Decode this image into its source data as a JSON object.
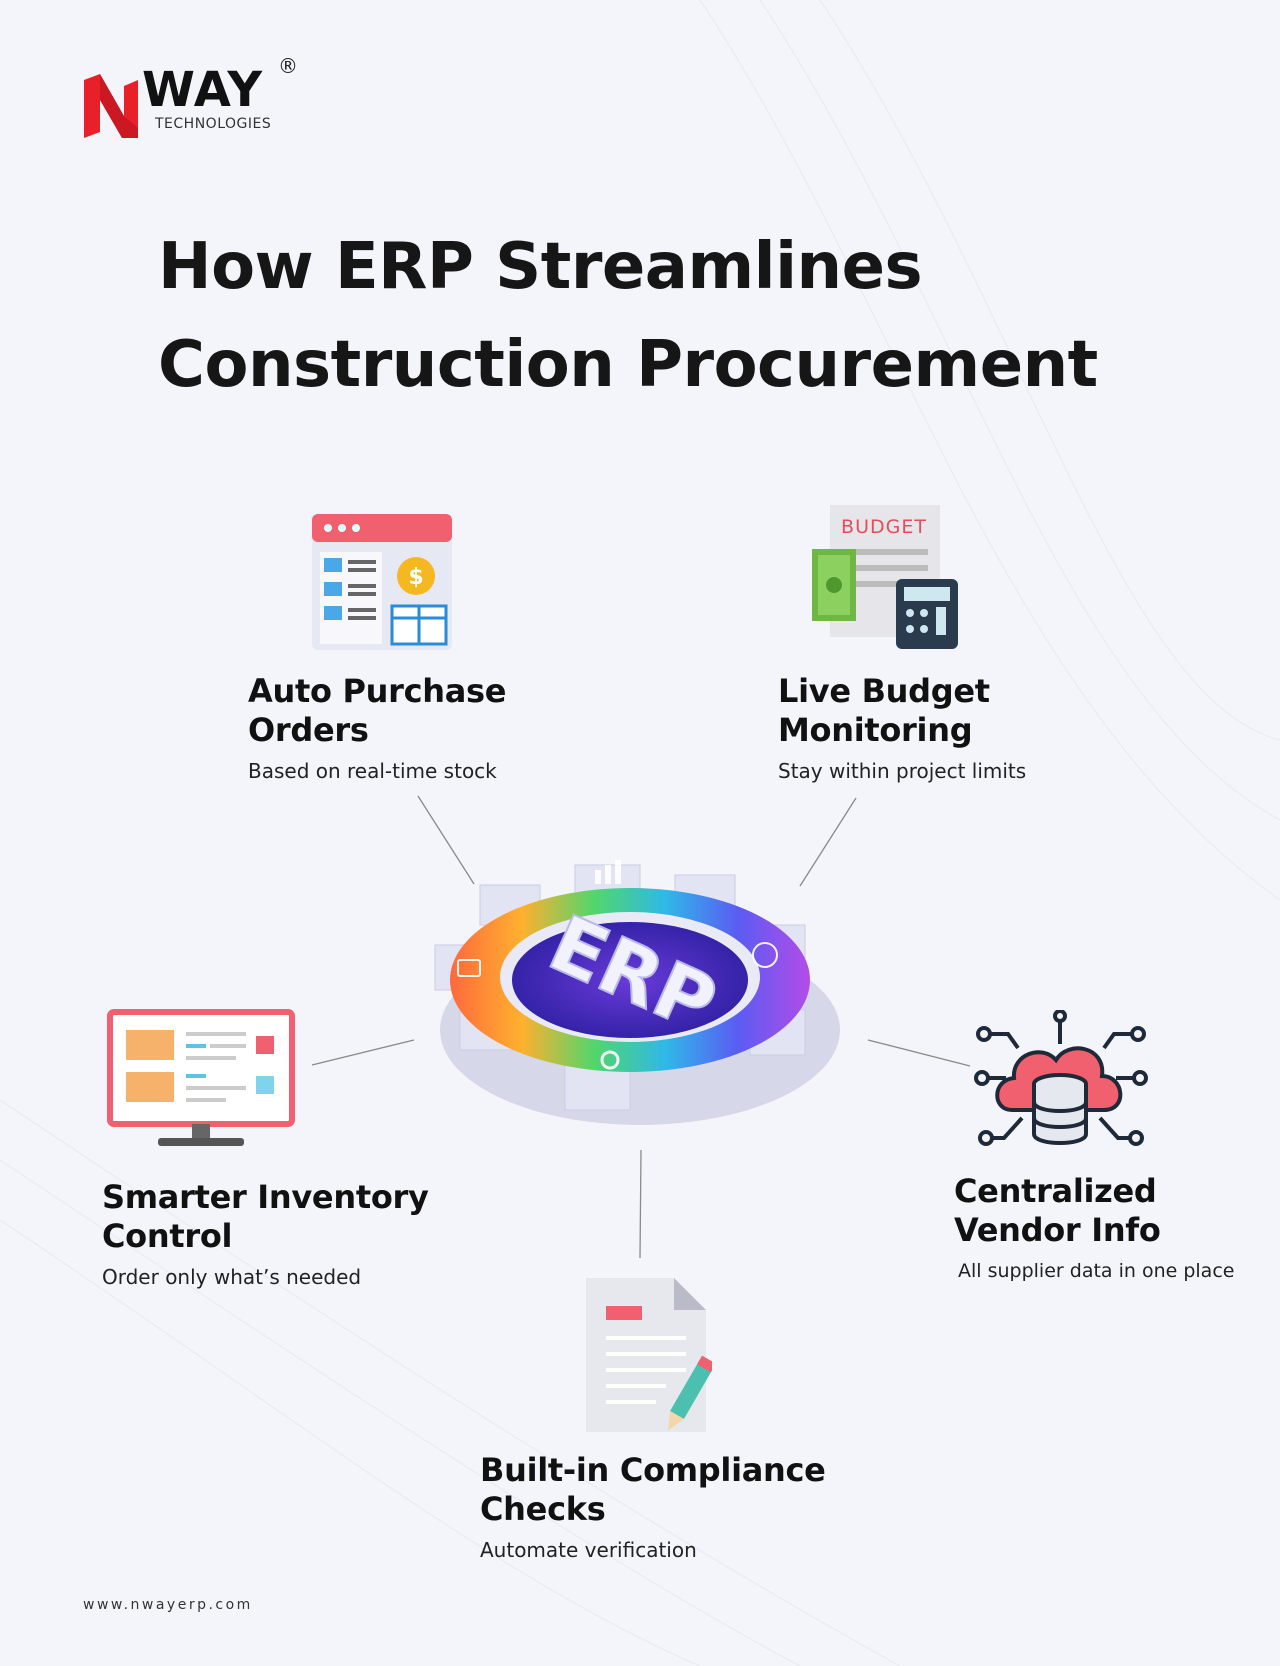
{
  "brand": {
    "name": "WAY",
    "initial": "N",
    "subtitle": "TECHNOLOGIES",
    "registered": "®",
    "website": "www.nwayerp.com",
    "colors": {
      "red": "#e8202a",
      "dark": "#111111"
    }
  },
  "title": {
    "line1": "How ERP Streamlines",
    "line2": "Construction Procurement"
  },
  "hub": {
    "label": "ERP",
    "icon": "erp-gear-hub"
  },
  "features": [
    {
      "heading_line1": "Auto Purchase",
      "heading_line2": "Orders",
      "description": "Based on real-time stock",
      "icon": "purchase-order-window-icon"
    },
    {
      "heading_line1": "Live Budget",
      "heading_line2": "Monitoring",
      "description": "Stay within project limits",
      "icon": "budget-calculator-icon",
      "icon_text": "BUDGET"
    },
    {
      "heading_line1": "Smarter Inventory",
      "heading_line2": "Control",
      "description": "Order only what’s needed",
      "icon": "inventory-monitor-icon"
    },
    {
      "heading_line1": "Centralized",
      "heading_line2": "Vendor Info",
      "description": "All supplier data in one place",
      "icon": "cloud-database-icon"
    },
    {
      "heading_line1": "Built-in Compliance",
      "heading_line2": "Checks",
      "description": "Automate verification",
      "icon": "document-pen-icon"
    }
  ]
}
